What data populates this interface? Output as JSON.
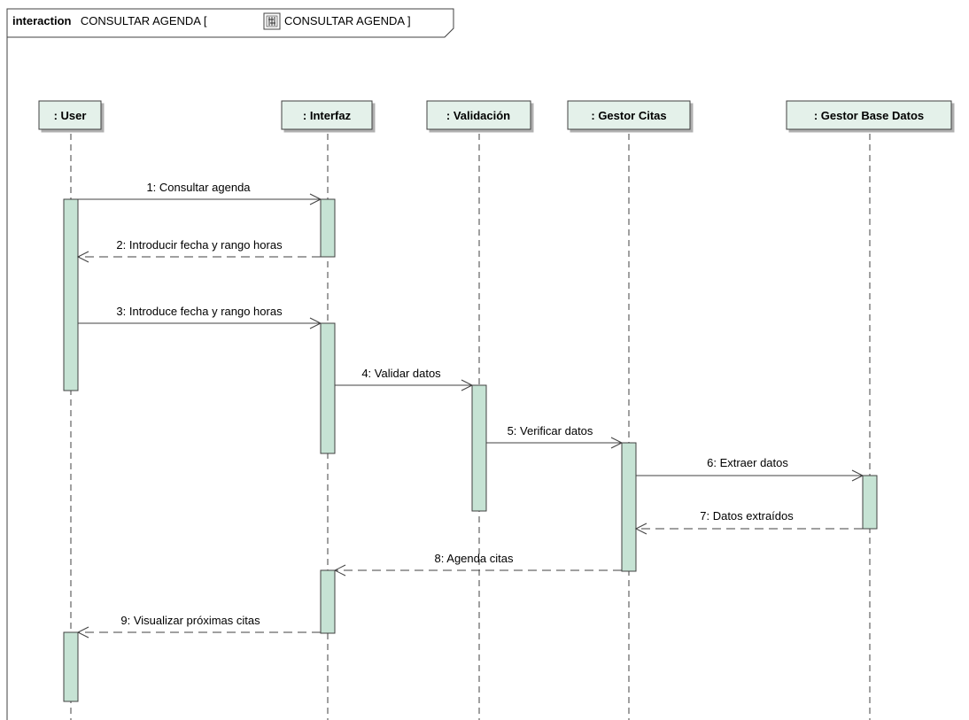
{
  "frame": {
    "keyword": "interaction",
    "name": "CONSULTAR AGENDA [",
    "icon": "interaction-diagram-icon",
    "ref_name": "CONSULTAR AGENDA ]"
  },
  "lifelines": [
    {
      "id": "user",
      "label": ": User"
    },
    {
      "id": "interfaz",
      "label": ": Interfaz"
    },
    {
      "id": "validacion",
      "label": ": Validación"
    },
    {
      "id": "gestor_citas",
      "label": ": Gestor Citas"
    },
    {
      "id": "gestor_bd",
      "label": ": Gestor Base Datos"
    }
  ],
  "messages": [
    {
      "label": "1: Consultar agenda",
      "from": "user",
      "to": "interfaz",
      "kind": "sync"
    },
    {
      "label": "2: Introducir fecha y rango horas",
      "from": "interfaz",
      "to": "user",
      "kind": "reply"
    },
    {
      "label": "3: Introduce fecha y rango horas",
      "from": "user",
      "to": "interfaz",
      "kind": "sync"
    },
    {
      "label": "4: Validar datos",
      "from": "interfaz",
      "to": "validacion",
      "kind": "sync"
    },
    {
      "label": "5: Verificar datos",
      "from": "validacion",
      "to": "gestor_citas",
      "kind": "sync"
    },
    {
      "label": "6: Extraer datos",
      "from": "gestor_citas",
      "to": "gestor_bd",
      "kind": "sync"
    },
    {
      "label": "7: Datos extraídos",
      "from": "gestor_bd",
      "to": "gestor_citas",
      "kind": "reply"
    },
    {
      "label": "8: Agenda citas",
      "from": "gestor_citas",
      "to": "interfaz",
      "kind": "reply"
    },
    {
      "label": "9: Visualizar próximas citas",
      "from": "interfaz",
      "to": "user",
      "kind": "reply"
    }
  ],
  "colors": {
    "header_fill": "#e4f1ea",
    "activation_fill": "#c6e3d4",
    "line": "#404040"
  }
}
